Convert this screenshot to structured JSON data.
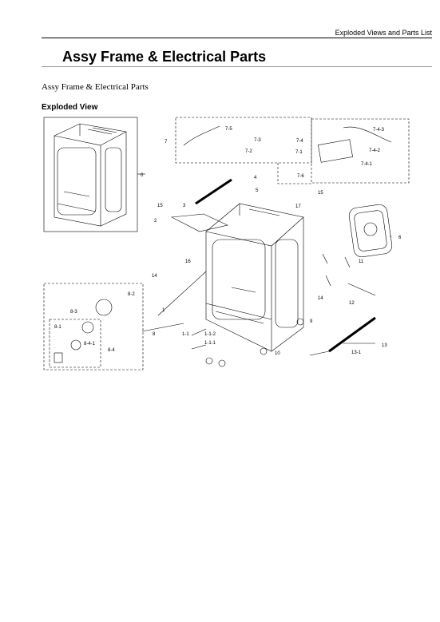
{
  "header": {
    "section": "Exploded Views and Parts List"
  },
  "title": "Assy Frame & Electrical Parts",
  "subtitle": "Assy Frame & Electrical Parts",
  "view_heading": "Exploded View",
  "callouts": {
    "c0": "0",
    "c1": "1",
    "c1_1": "1-1",
    "c1_1_1": "1-1-1",
    "c1_1_2": "1-1-2",
    "c2": "2",
    "c3": "3",
    "c4": "4",
    "c5": "5",
    "c6": "6",
    "c7": "7",
    "c7_1": "7-1",
    "c7_2": "7-2",
    "c7_3": "7-3",
    "c7_4": "7-4",
    "c7_4_1": "7-4-1",
    "c7_4_2": "7-4-2",
    "c7_4_3": "7-4-3",
    "c7_5": "7-5",
    "c7_6": "7-6",
    "c8": "8",
    "c8_1": "8-1",
    "c8_2": "8-2",
    "c8_3": "8-3",
    "c8_4": "8-4",
    "c8_4_1": "8-4-1",
    "c9": "9",
    "c10": "10",
    "c11": "11",
    "c12": "12",
    "c13": "13",
    "c13_1": "13-1",
    "c14a": "14",
    "c14b": "14",
    "c15a": "15",
    "c15b": "15",
    "c16": "16",
    "c17": "17"
  }
}
